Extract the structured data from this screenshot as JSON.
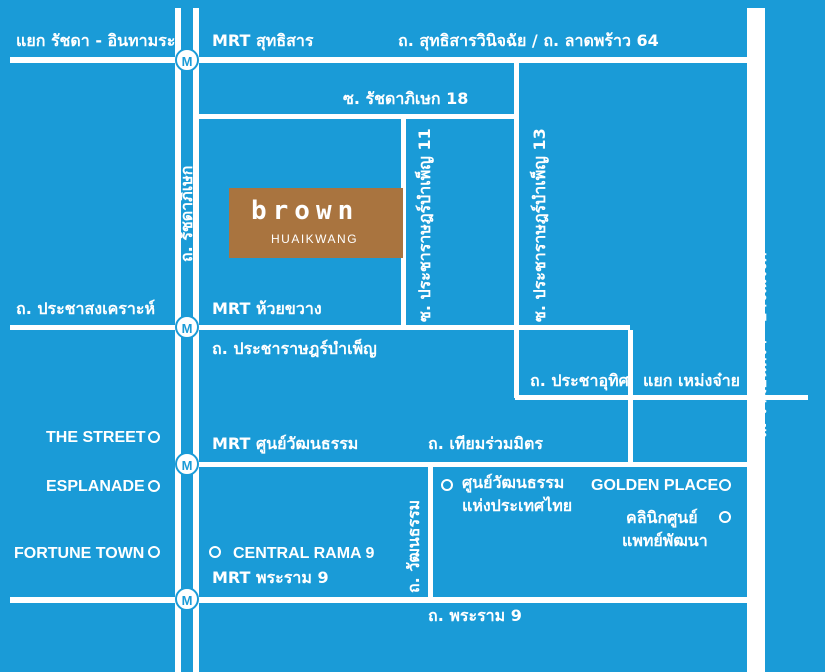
{
  "colors": {
    "background": "#1a9bd7",
    "road": "#ffffff",
    "logo_bg": "#a9743f"
  },
  "labels": {
    "yaek_ratchada_inthamara": "แยก รัชดา - อินทามระ",
    "mrt_sutthisan": "MRT สุทธิสาร",
    "rd_sutthisan_ladprao": "ถ. สุทธิสารวินิจฉัย / ถ. ลาดพร้าว 64",
    "soi_ratchada_18": "ซ. รัชดาภิเษก 18",
    "rd_ratchadaphisek": "ถ. รัชดาภิเษก",
    "soi_pracharat_11": "ซ. ประชาราษฎร์บำเพ็ญ 11",
    "soi_pracharat_13": "ซ. ประชาราษฎร์บำเพ็ญ 13",
    "rd_ram_inthra_asok": "ถ. รามอินทรา - อาจณรงค์",
    "rd_pracha_songkhro": "ถ. ประชาสงเคราะห์",
    "mrt_huai_khwang": "MRT ห้วยขวาง",
    "rd_pracharat_bamphen": "ถ. ประชาราษฎร์บำเพ็ญ",
    "rd_pracha_uthit": "ถ. ประชาอุทิศ",
    "yaek_muang_chai": "แยก เหม่งจ๋าย",
    "the_street": "THE STREET",
    "mrt_cultural_center": "MRT ศูนย์วัฒนธรรม",
    "rd_thiam_ruam_mit": "ถ. เทียมร่วมมิตร",
    "esplanade": "ESPLANADE",
    "cultural_center_line1": "ศูนย์วัฒนธรรม",
    "cultural_center_line2": "แห่งประเทศไทย",
    "golden_place": "GOLDEN PLACE",
    "clinic_line1": "คลินิกศูนย์",
    "clinic_line2": "แพทย์พัฒนา",
    "rd_watthanatham": "ถ. วัฒนธรรม",
    "fortune_town": "FORTUNE TOWN",
    "central_rama9": "CENTRAL RAMA 9",
    "mrt_rama9": "MRT พระราม 9",
    "rd_rama9": "ถ. พระราม 9",
    "mrt_marker": "M"
  },
  "logo": {
    "wordmark": "brown",
    "subtitle": "HUAIKWANG"
  },
  "icons": {
    "place_marker": "circle-dot-icon",
    "metro_station": "metro-m-icon"
  }
}
